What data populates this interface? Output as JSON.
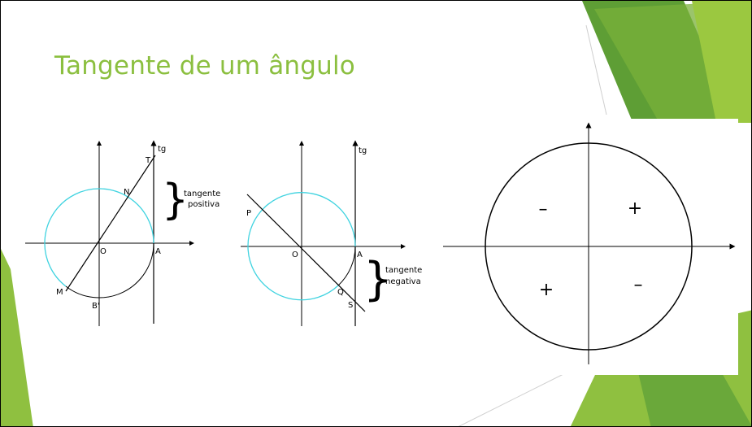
{
  "slide": {
    "title": "Tangente de um ângulo"
  },
  "colors": {
    "title": "#8bbf3f",
    "circle_highlight": "#3fd3e0",
    "deco_light_green": "#9bc840",
    "deco_dark_green": "#5e9e35",
    "deco_mid_green": "#7ab03a",
    "deco_pale_green": "#d4e7b4"
  },
  "figure_positive": {
    "axis_label": "tg",
    "points": {
      "T": "T",
      "N": "N",
      "O": "O",
      "A": "A",
      "M": "M",
      "B": "B'"
    },
    "brace_label_line1": "tangente",
    "brace_label_line2": "positiva"
  },
  "figure_negative": {
    "axis_label": "tg",
    "points": {
      "P": "P",
      "O": "O",
      "A": "A",
      "Q": "Q",
      "S": "S"
    },
    "brace_label_line1": "tangente",
    "brace_label_line2": "negativa"
  },
  "figure_signs": {
    "quadrant_I": "+",
    "quadrant_II": "–",
    "quadrant_III": "+",
    "quadrant_IV": "–"
  }
}
